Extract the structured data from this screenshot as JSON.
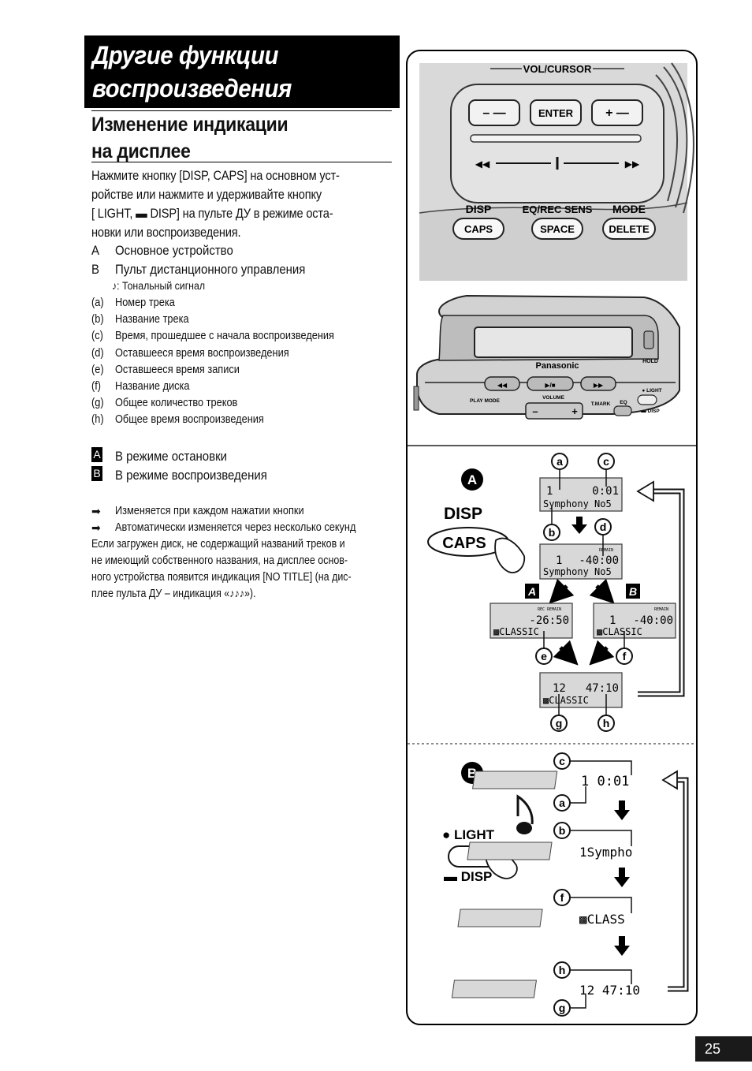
{
  "title": {
    "line1": "Другие функции",
    "line2": "воспроизведения"
  },
  "section": {
    "line1": "Изменение индикации",
    "line2": "на дисплее"
  },
  "intro_lines": [
    "Нажмите  кнопку  [DISP,  CAPS]  на  основном  уст-",
    "ройстве  или  нажмите  и  удерживайте  кнопку",
    "[     LIGHT,  ▬  DISP]  на пульте ДУ в режиме оста-",
    "новки или воспроизведения."
  ],
  "units": [
    {
      "key": "A",
      "label": "Основное устройство"
    },
    {
      "key": "B",
      "label": "Пульт дистанционного управления"
    }
  ],
  "tone_note": "♪: Тональный сигнал",
  "legend": [
    {
      "key": "(a)",
      "label": "Номер трека"
    },
    {
      "key": "(b)",
      "label": "Название трека"
    },
    {
      "key": "(c)",
      "label": "Время, прошедшее с начала воспроизведения"
    },
    {
      "key": "(d)",
      "label": "Оставшееся время воспроизведения"
    },
    {
      "key": "(e)",
      "label": "Оставшееся время записи"
    },
    {
      "key": "(f)",
      "label": "Название диска"
    },
    {
      "key": "(g)",
      "label": "Общее количество треков"
    },
    {
      "key": "(h)",
      "label": "Общее время воспроизведения"
    }
  ],
  "modes": [
    {
      "key": "A",
      "label": "В режиме остановки"
    },
    {
      "key": "B",
      "label": "В режиме воспроизведения"
    }
  ],
  "arrow_notes": [
    {
      "icon": "➡",
      "label": "Изменяется при каждом нажатии кнопки"
    },
    {
      "icon": "➡",
      "label": "Автоматически изменяется через несколько секунд"
    }
  ],
  "note_lines": [
    "Если загружен диск, не содержащий названий треков и",
    "не имеющий собственного названия, на дисплее основ-",
    "ного устройства появится индикация [NO TITLE] (на дис-",
    "плее пульта ДУ – индикация «♪♪♪»)."
  ],
  "figure": {
    "remote": {
      "vol_cursor": "VOL/CURSOR",
      "btn_minus": "– —",
      "btn_enter": "ENTER",
      "btn_plus": "+ —",
      "skip_left": "◀◀",
      "skip_right": "▶▶",
      "label_disp": "DISP",
      "label_eq": "EQ/REC SENS",
      "label_mode": "MODE",
      "btn_caps": "CAPS",
      "btn_space": "SPACE",
      "btn_delete": "DELETE"
    },
    "device": {
      "brand": "Panasonic",
      "hold": "HOLD",
      "play_mode": "PLAY MODE",
      "volume": "VOLUME",
      "tmark": "T.MARK",
      "eq": "EQ",
      "light": "● LIGHT",
      "disp": "▬ DISP",
      "vol_minus": "–",
      "vol_plus": "+",
      "prev": "◀◀",
      "playpause": "▶/■",
      "next": "▶▶"
    },
    "section_a": {
      "badge": "A",
      "disp": "DISP",
      "caps": "CAPS",
      "mode_a": "A",
      "mode_b": "B",
      "lcd1": {
        "top_left": "1",
        "top_right": "0:01",
        "bottom": "Symphony No5"
      },
      "lcd2": {
        "small": "REMAIN",
        "top_left": "1",
        "top_right": "-40:00",
        "bottom": "Symphony No5"
      },
      "lcd3": {
        "small": "REC REMAIN",
        "top_right": "-26:50",
        "bottom": "▩CLASSIC"
      },
      "lcd4": {
        "small": "REMAIN",
        "top_left": "1",
        "top_right": "-40:00",
        "bottom": "▩CLASSIC"
      },
      "lcd5": {
        "top_left": "12",
        "top_right": "47:10",
        "bottom": "▩CLASSIC"
      },
      "markers": {
        "a": "a",
        "b": "b",
        "c": "c",
        "d": "d",
        "e": "e",
        "f": "f",
        "g": "g",
        "h": "h"
      }
    },
    "section_b": {
      "badge": "B",
      "light": "● LIGHT",
      "disp": "▬ DISP",
      "lcd1": "1     0:01",
      "lcd2": "1Sympho",
      "lcd3": "▩CLASS",
      "lcd4": "12 47:10",
      "markers": {
        "c": "c",
        "a": "a",
        "b": "b",
        "f": "f",
        "h": "h",
        "g": "g"
      }
    }
  },
  "page_number": "25"
}
